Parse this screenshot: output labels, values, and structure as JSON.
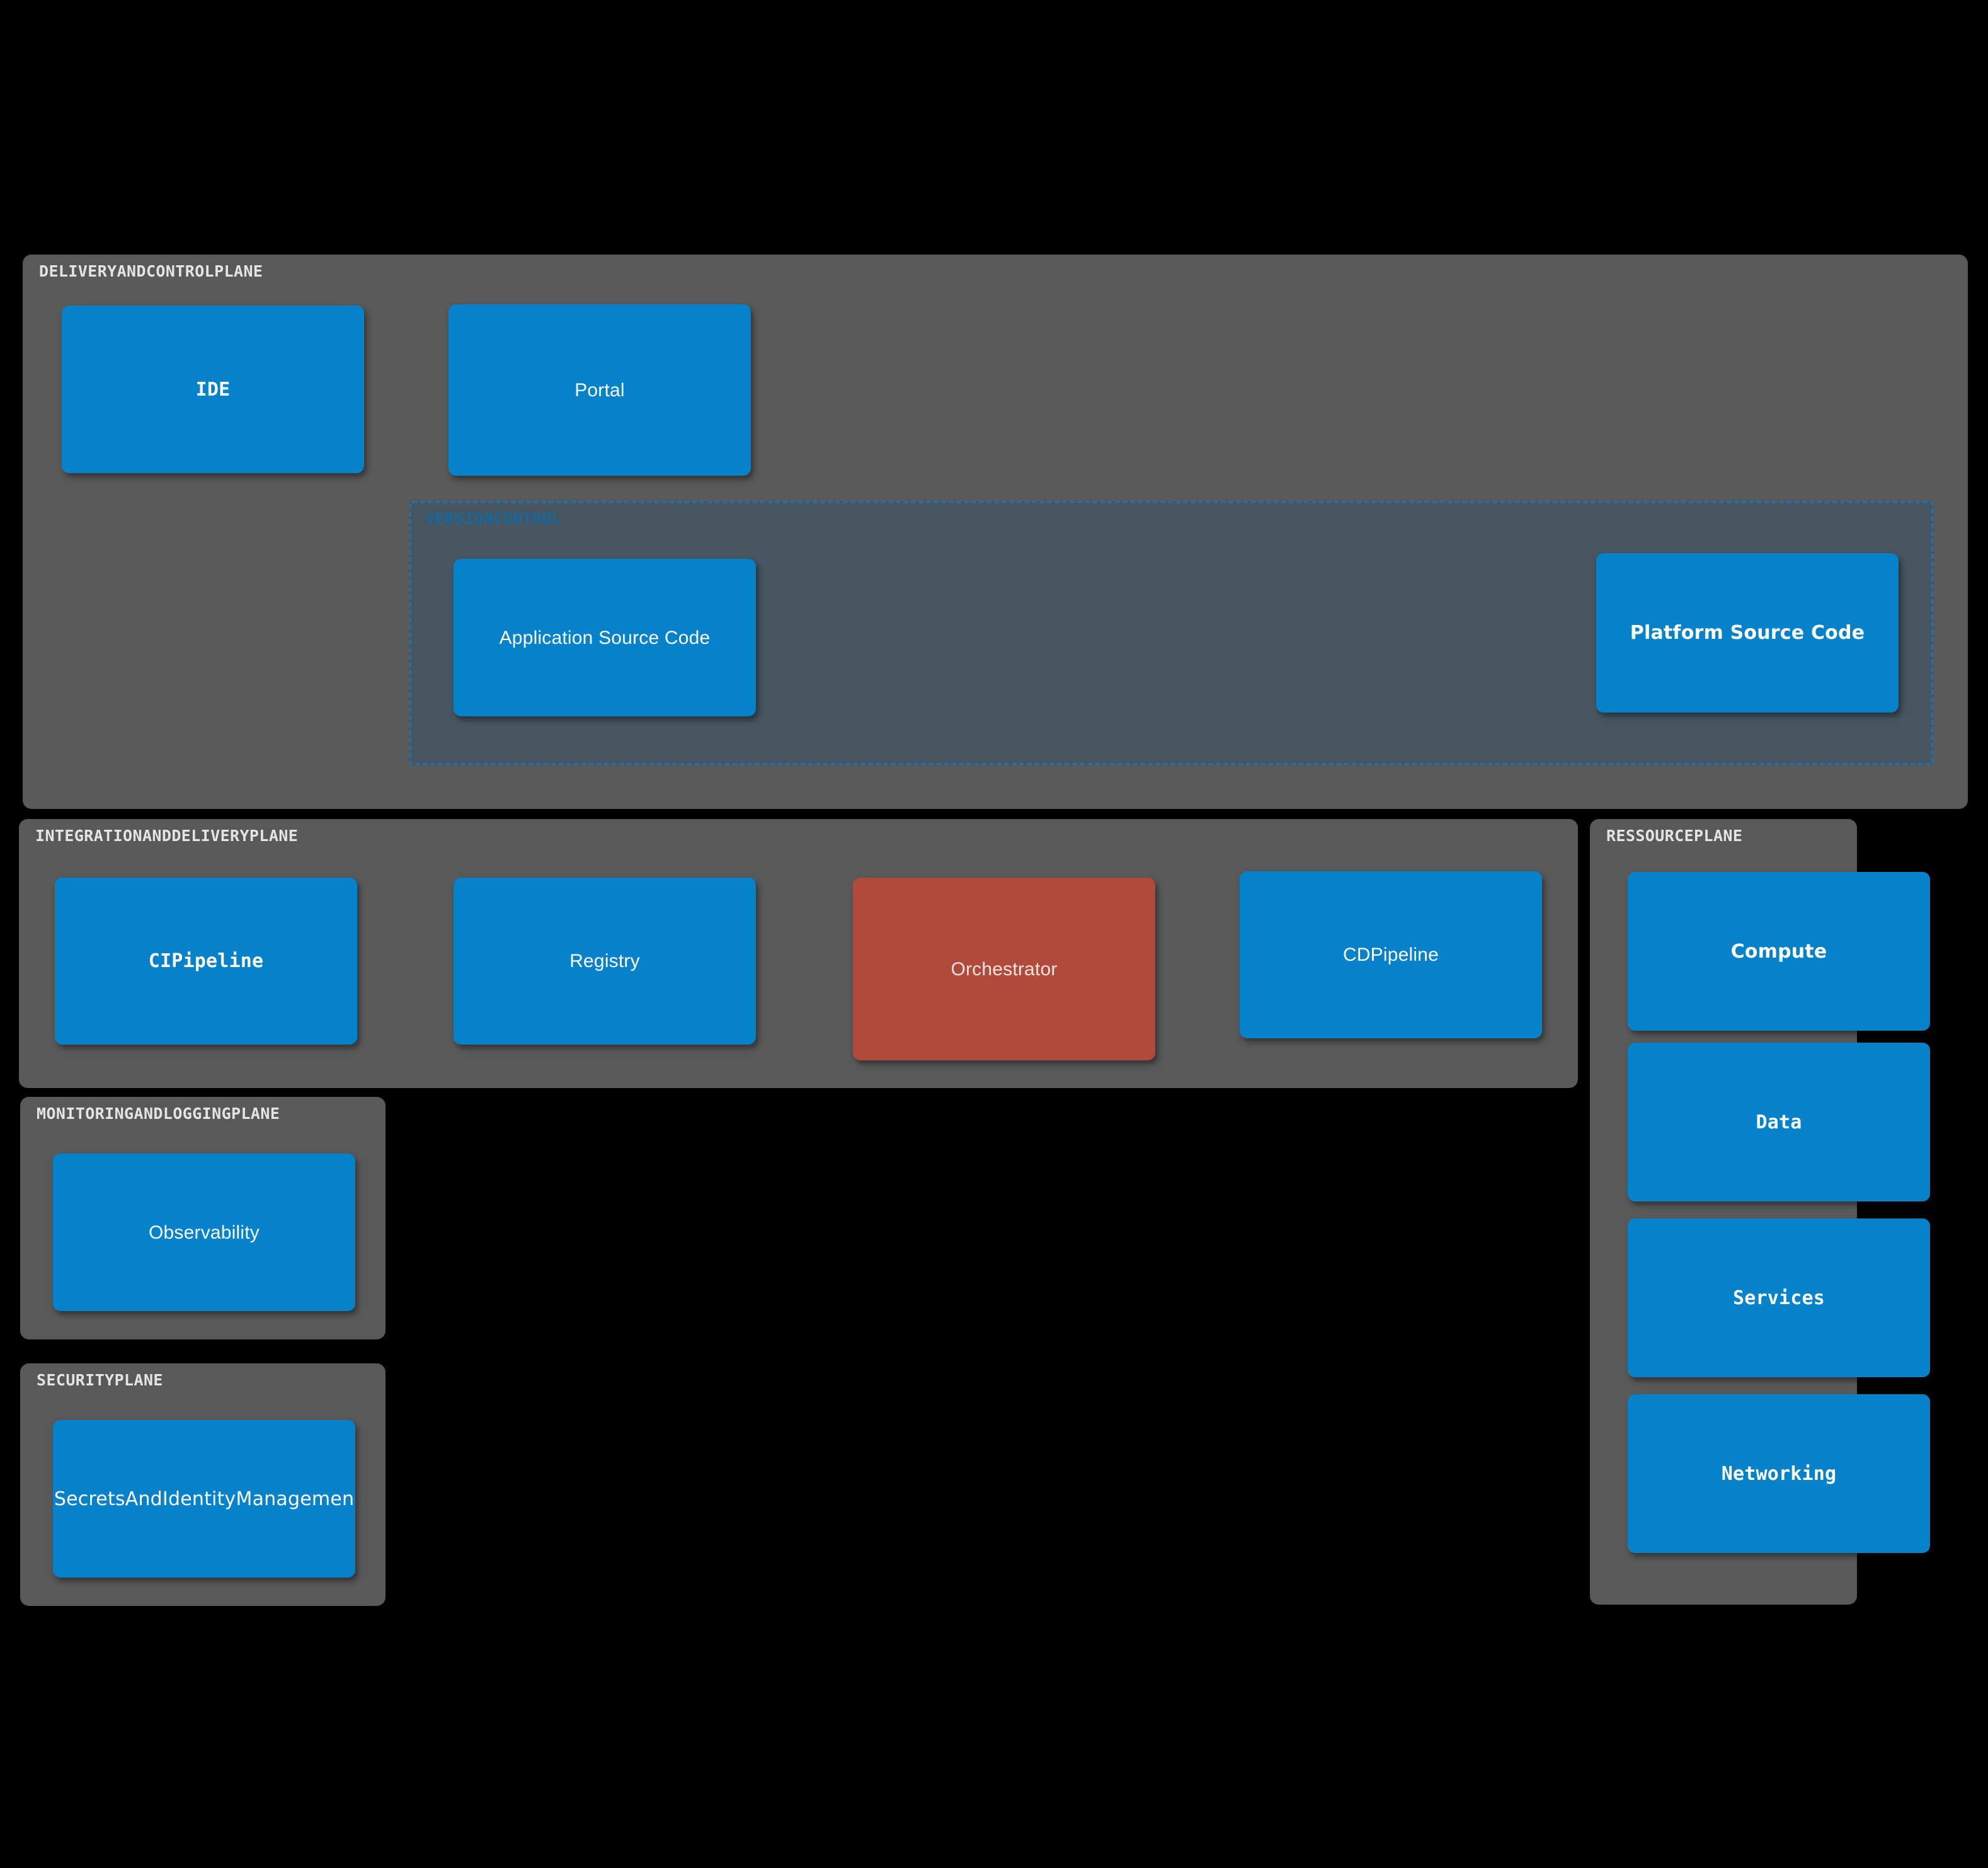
{
  "diagram": {
    "type": "architecture-block-diagram",
    "background_color": "#000000",
    "plane_color": "#595959",
    "node_color": "#0682cb",
    "accent_node_color": "#b04a3a",
    "subgroup_fill_color": "#465560",
    "subgroup_border_color": "#2a6c9c",
    "subgroup_label_color": "#15699f",
    "plane_label_color": "#e4e4e4",
    "node_label_color": "#ffffff"
  },
  "planes": {
    "delivery": {
      "label": "DELIVERYANDCONTROLPLANE",
      "nodes": {
        "ide": "IDE",
        "portal": "Portal"
      },
      "subgroup": {
        "label": "VERSIONCONTROL",
        "nodes": {
          "application_source_code": "Application Source Code",
          "platform_source_code": "Platform Source Code"
        }
      }
    },
    "integration": {
      "label": "INTEGRATIONANDDELIVERYPLANE",
      "nodes": {
        "ci_pipeline": "CIPipeline",
        "registry": "Registry",
        "orchestrator": "Orchestrator",
        "cd_pipeline": "CDPipeline"
      }
    },
    "monitoring": {
      "label": "MONITORINGANDLOGGINGPLANE",
      "nodes": {
        "observability": "Observability"
      }
    },
    "security": {
      "label": "SECURITYPLANE",
      "nodes": {
        "secrets_and_identity_management": "SecretsAndIdentityManagemen"
      }
    },
    "resource": {
      "label": "RESSOURCEPLANE",
      "nodes": {
        "compute": "Compute",
        "data": "Data",
        "services": "Services",
        "networking": "Networking"
      }
    }
  }
}
